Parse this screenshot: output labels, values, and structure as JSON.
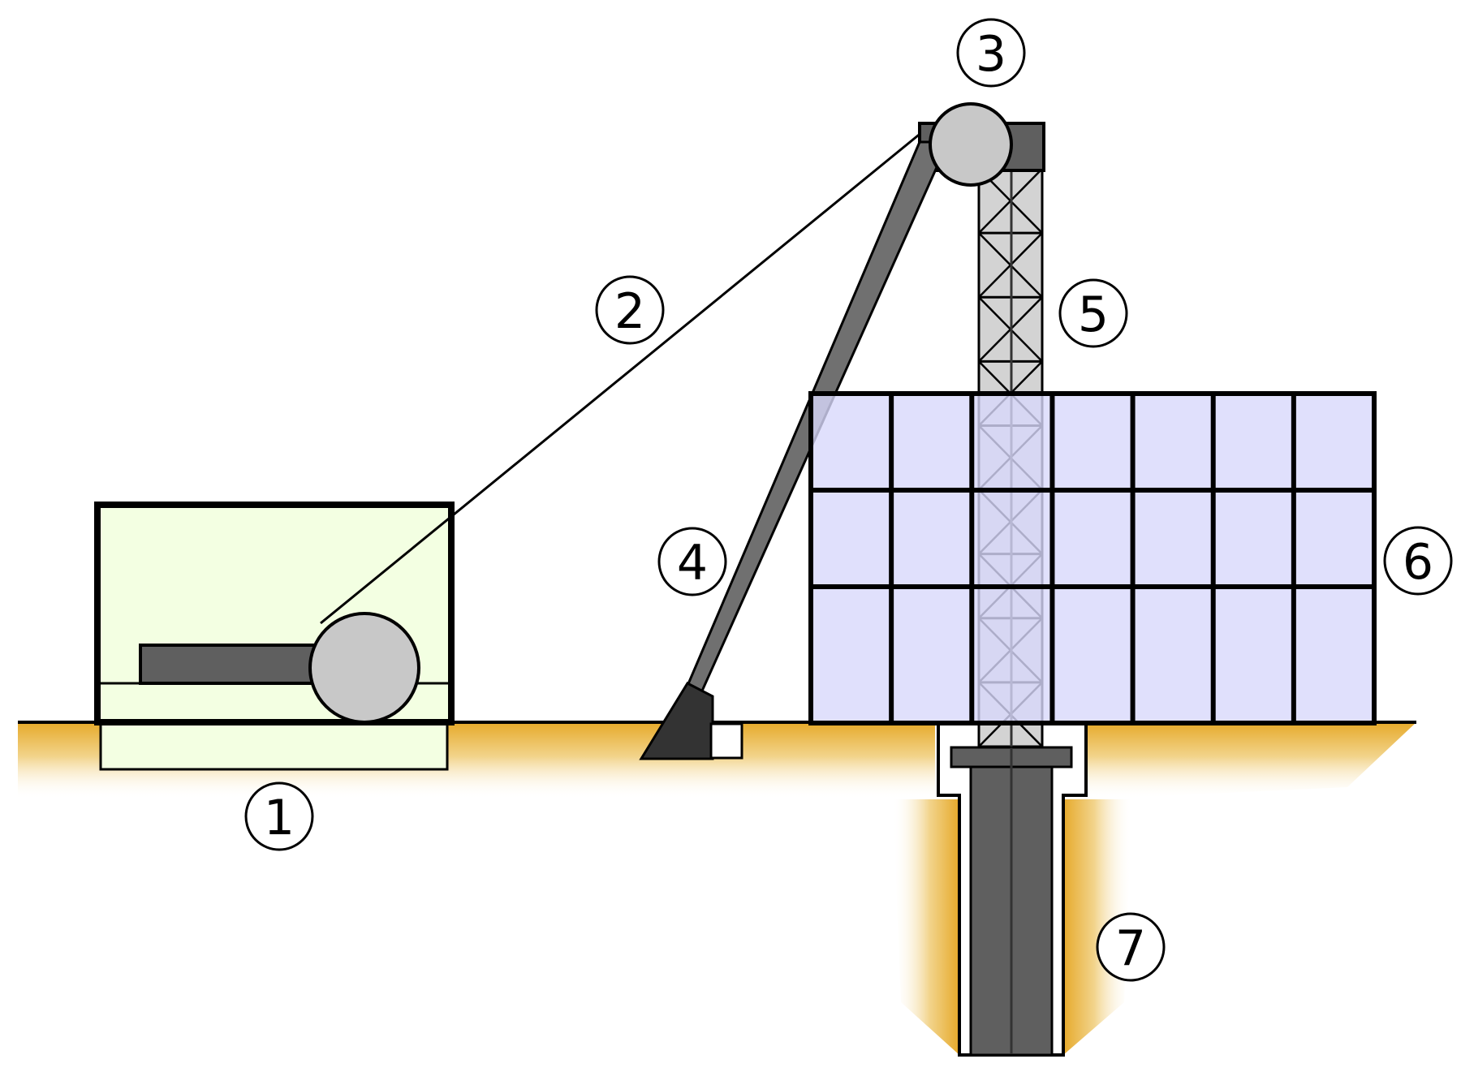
{
  "callouts": [
    "1",
    "2",
    "3",
    "4",
    "5",
    "6",
    "7"
  ],
  "colors": {
    "ground": "#e6a92a",
    "machine_room": "#f3ffe2",
    "pulley": "#c8c8c8",
    "dark_steel": "#5f5f5f",
    "boom": "#707070",
    "skip": "#333333",
    "headframe": "#d3d3d3",
    "building": "#d8d8fb",
    "outline": "#000000"
  }
}
